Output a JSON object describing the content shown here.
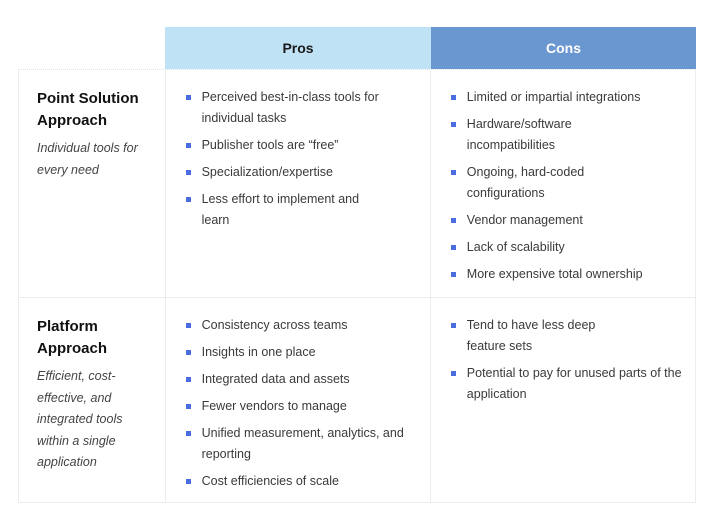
{
  "header": {
    "pros_label": "Pros",
    "cons_label": "Cons",
    "pros_color": "#bfe2f4",
    "cons_color": "#6b97d0"
  },
  "rows": [
    {
      "title": "Point Solution Approach",
      "subtitle": "Individual tools for every need",
      "pros": [
        "Perceived best-in-class tools for individual tasks",
        "Publisher tools are “free”",
        "Specialization/expertise",
        "Less effort to implement and learn"
      ],
      "cons": [
        "Limited or impartial integrations",
        "Hardware/software incompatibilities",
        "Ongoing, hard-coded configurations",
        "Vendor management",
        "Lack of scalability",
        "More expensive total ownership"
      ]
    },
    {
      "title": "Platform Approach",
      "subtitle": "Efficient, cost-effective, and integrated tools within a single application",
      "pros": [
        "Consistency across teams",
        "Insights in one place",
        "Integrated data and assets",
        "Fewer vendors to manage",
        "Unified measurement, analytics, and reporting",
        "Cost efficiencies of scale"
      ],
      "cons": [
        "Tend to have less deep feature sets",
        "Potential to pay for unused parts of the application"
      ]
    }
  ],
  "bullet_color": "#4a6ee0"
}
